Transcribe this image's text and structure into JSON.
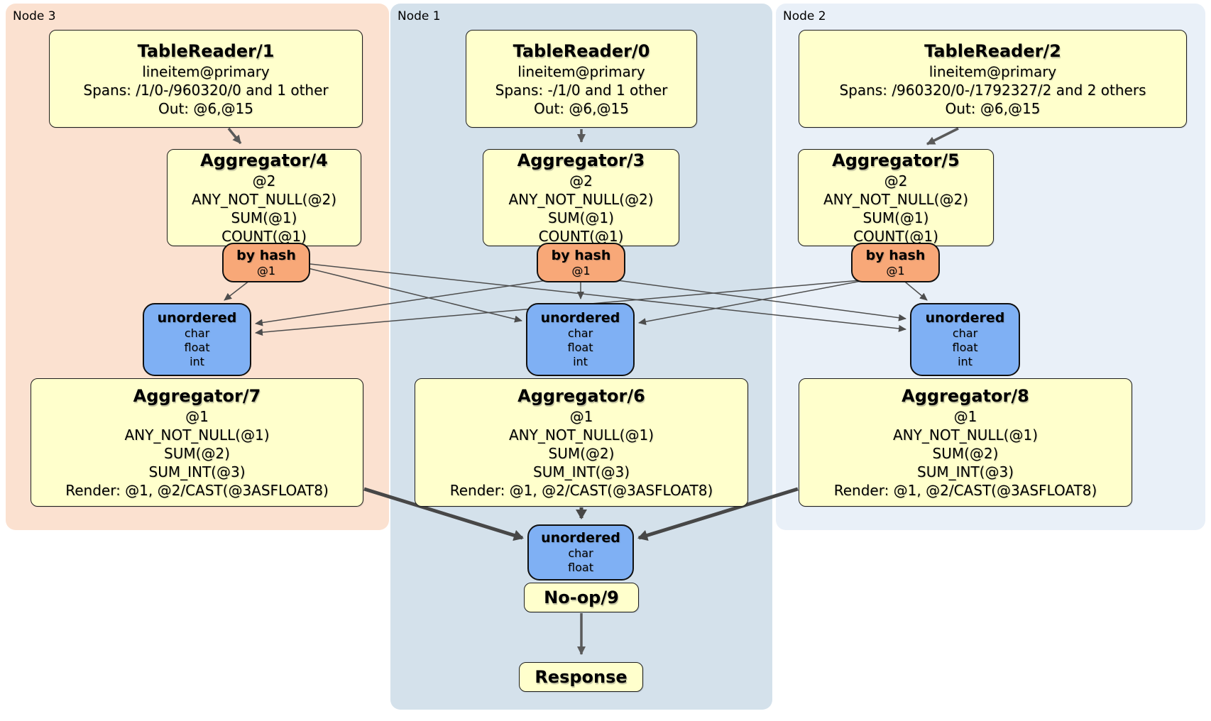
{
  "groups": [
    {
      "label": "Node 3",
      "bg": "#fbe1d0"
    },
    {
      "label": "Node 1",
      "bg": "#d4e1eb"
    },
    {
      "label": "Node 2",
      "bg": "#e9f0f8"
    }
  ],
  "colors": {
    "processor_fill": "#ffffcc",
    "router_fill": "#f8a878",
    "sync_fill": "#7fb0f4",
    "edge_thin": "#4d4d4d",
    "edge_mid": "#5a5a5a",
    "edge_thick": "#474747"
  },
  "processors": {
    "tablereader1": {
      "title": "TableReader/1",
      "lines": [
        "lineitem@primary",
        "Spans: /1/0-/960320/0 and 1 other",
        "Out: @6,@15"
      ]
    },
    "tablereader0": {
      "title": "TableReader/0",
      "lines": [
        "lineitem@primary",
        "Spans: -/1/0 and 1 other",
        "Out: @6,@15"
      ]
    },
    "tablereader2": {
      "title": "TableReader/2",
      "lines": [
        "lineitem@primary",
        "Spans: /960320/0-/1792327/2 and 2 others",
        "Out: @6,@15"
      ]
    },
    "aggregator4": {
      "title": "Aggregator/4",
      "lines": [
        "@2",
        "ANY_NOT_NULL(@2)",
        "SUM(@1)",
        "COUNT(@1)"
      ]
    },
    "aggregator3": {
      "title": "Aggregator/3",
      "lines": [
        "@2",
        "ANY_NOT_NULL(@2)",
        "SUM(@1)",
        "COUNT(@1)"
      ]
    },
    "aggregator5": {
      "title": "Aggregator/5",
      "lines": [
        "@2",
        "ANY_NOT_NULL(@2)",
        "SUM(@1)",
        "COUNT(@1)"
      ]
    },
    "router3": {
      "title": "by hash",
      "lines": [
        "@1"
      ]
    },
    "router1": {
      "title": "by hash",
      "lines": [
        "@1"
      ]
    },
    "router2": {
      "title": "by hash",
      "lines": [
        "@1"
      ]
    },
    "sync3": {
      "title": "unordered",
      "lines": [
        "char",
        "float",
        "int"
      ]
    },
    "sync1": {
      "title": "unordered",
      "lines": [
        "char",
        "float",
        "int"
      ]
    },
    "sync2": {
      "title": "unordered",
      "lines": [
        "char",
        "float",
        "int"
      ]
    },
    "aggregator7": {
      "title": "Aggregator/7",
      "lines": [
        "@1",
        "ANY_NOT_NULL(@1)",
        "SUM(@2)",
        "SUM_INT(@3)",
        "Render: @1, @2/CAST(@3ASFLOAT8)"
      ]
    },
    "aggregator6": {
      "title": "Aggregator/6",
      "lines": [
        "@1",
        "ANY_NOT_NULL(@1)",
        "SUM(@2)",
        "SUM_INT(@3)",
        "Render: @1, @2/CAST(@3ASFLOAT8)"
      ]
    },
    "aggregator8": {
      "title": "Aggregator/8",
      "lines": [
        "@1",
        "ANY_NOT_NULL(@1)",
        "SUM(@2)",
        "SUM_INT(@3)",
        "Render: @1, @2/CAST(@3ASFLOAT8)"
      ]
    },
    "syncfinal": {
      "title": "unordered",
      "lines": [
        "char",
        "float"
      ]
    },
    "noop": {
      "title": "No-op/9"
    },
    "response": {
      "title": "Response"
    }
  },
  "edges": [
    {
      "from": "tablereader1",
      "to": "aggregator4"
    },
    {
      "from": "tablereader0",
      "to": "aggregator3"
    },
    {
      "from": "tablereader2",
      "to": "aggregator5"
    },
    {
      "from": "router3",
      "to": "sync3"
    },
    {
      "from": "router3",
      "to": "sync1"
    },
    {
      "from": "router3",
      "to": "sync2"
    },
    {
      "from": "router1",
      "to": "sync3"
    },
    {
      "from": "router1",
      "to": "sync1"
    },
    {
      "from": "router1",
      "to": "sync2"
    },
    {
      "from": "router2",
      "to": "sync3"
    },
    {
      "from": "router2",
      "to": "sync1"
    },
    {
      "from": "router2",
      "to": "sync2"
    },
    {
      "from": "aggregator7",
      "to": "syncfinal"
    },
    {
      "from": "aggregator6",
      "to": "syncfinal"
    },
    {
      "from": "aggregator8",
      "to": "syncfinal"
    },
    {
      "from": "noop",
      "to": "response"
    }
  ]
}
